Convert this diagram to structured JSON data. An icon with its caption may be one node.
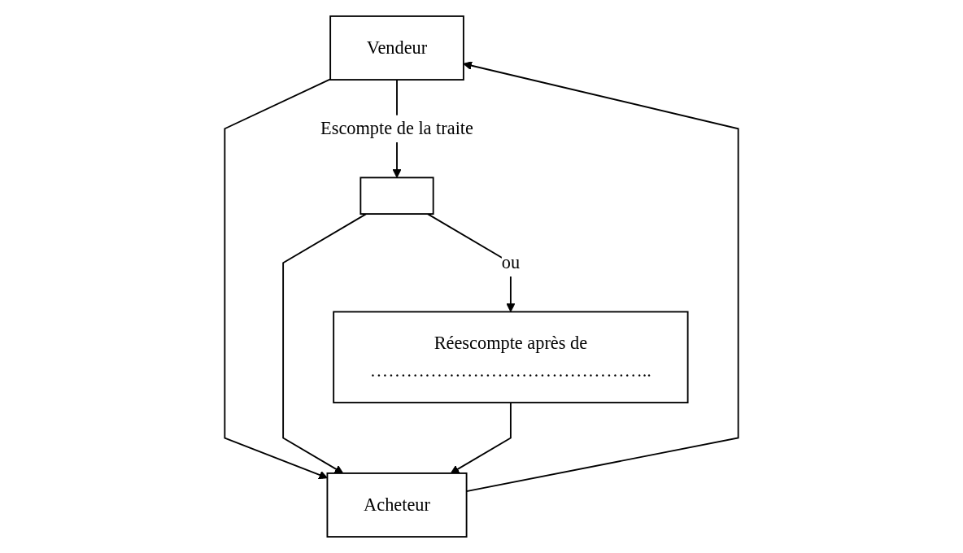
{
  "diagram": {
    "nodes": [
      {
        "text": [
          "Vendeur"
        ]
      },
      {
        "text": [
          "Acheteur"
        ]
      },
      {
        "text": [],
        "shape": "box"
      },
      {
        "text": [
          "Réescompte après de",
          "……………………………………….."
        ]
      }
    ],
    "edges": [
      {
        "from": 0,
        "to": 1,
        "arrow": "to"
      },
      {
        "from": 1,
        "to": 0,
        "arrow": "to"
      },
      {
        "from": 0,
        "to": 2,
        "arrow": "to",
        "label": "Escompte de la traite"
      },
      {
        "from": 2,
        "to": 1,
        "arrow": "to"
      },
      {
        "from": 2,
        "to": 3,
        "arrow": "to",
        "label": "ou"
      },
      {
        "from": 3,
        "to": 1,
        "arrow": "to"
      }
    ]
  }
}
